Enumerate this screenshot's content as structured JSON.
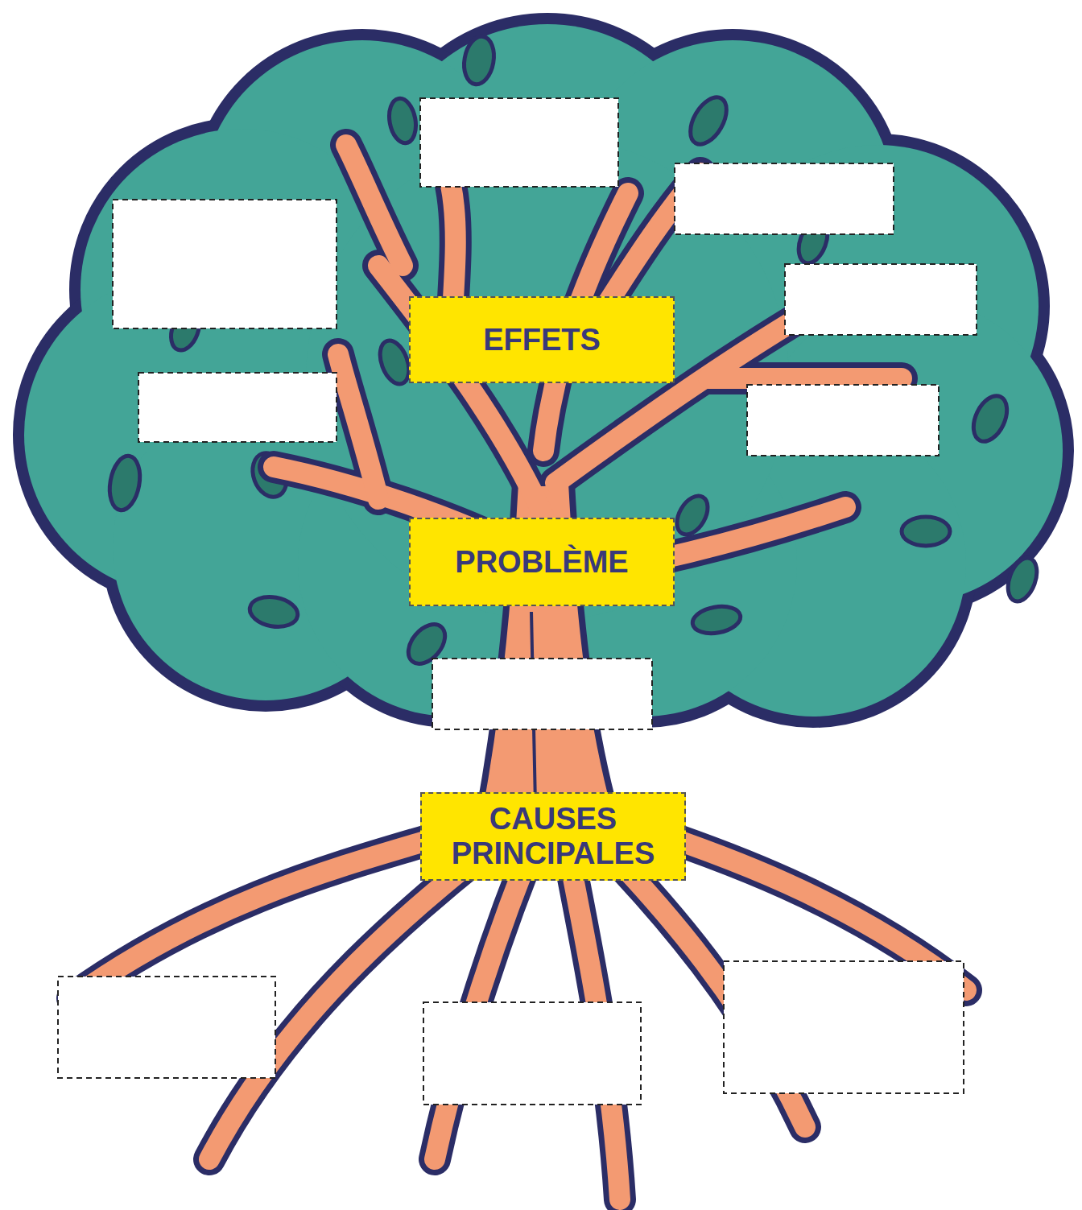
{
  "diagram": {
    "nodes": [
      {
        "text": [
          "EFFETS"
        ]
      },
      {
        "text": [
          "PROBLÈME"
        ]
      },
      {
        "text": [
          "CAUSES PRINCIPALES"
        ]
      }
    ]
  }
}
